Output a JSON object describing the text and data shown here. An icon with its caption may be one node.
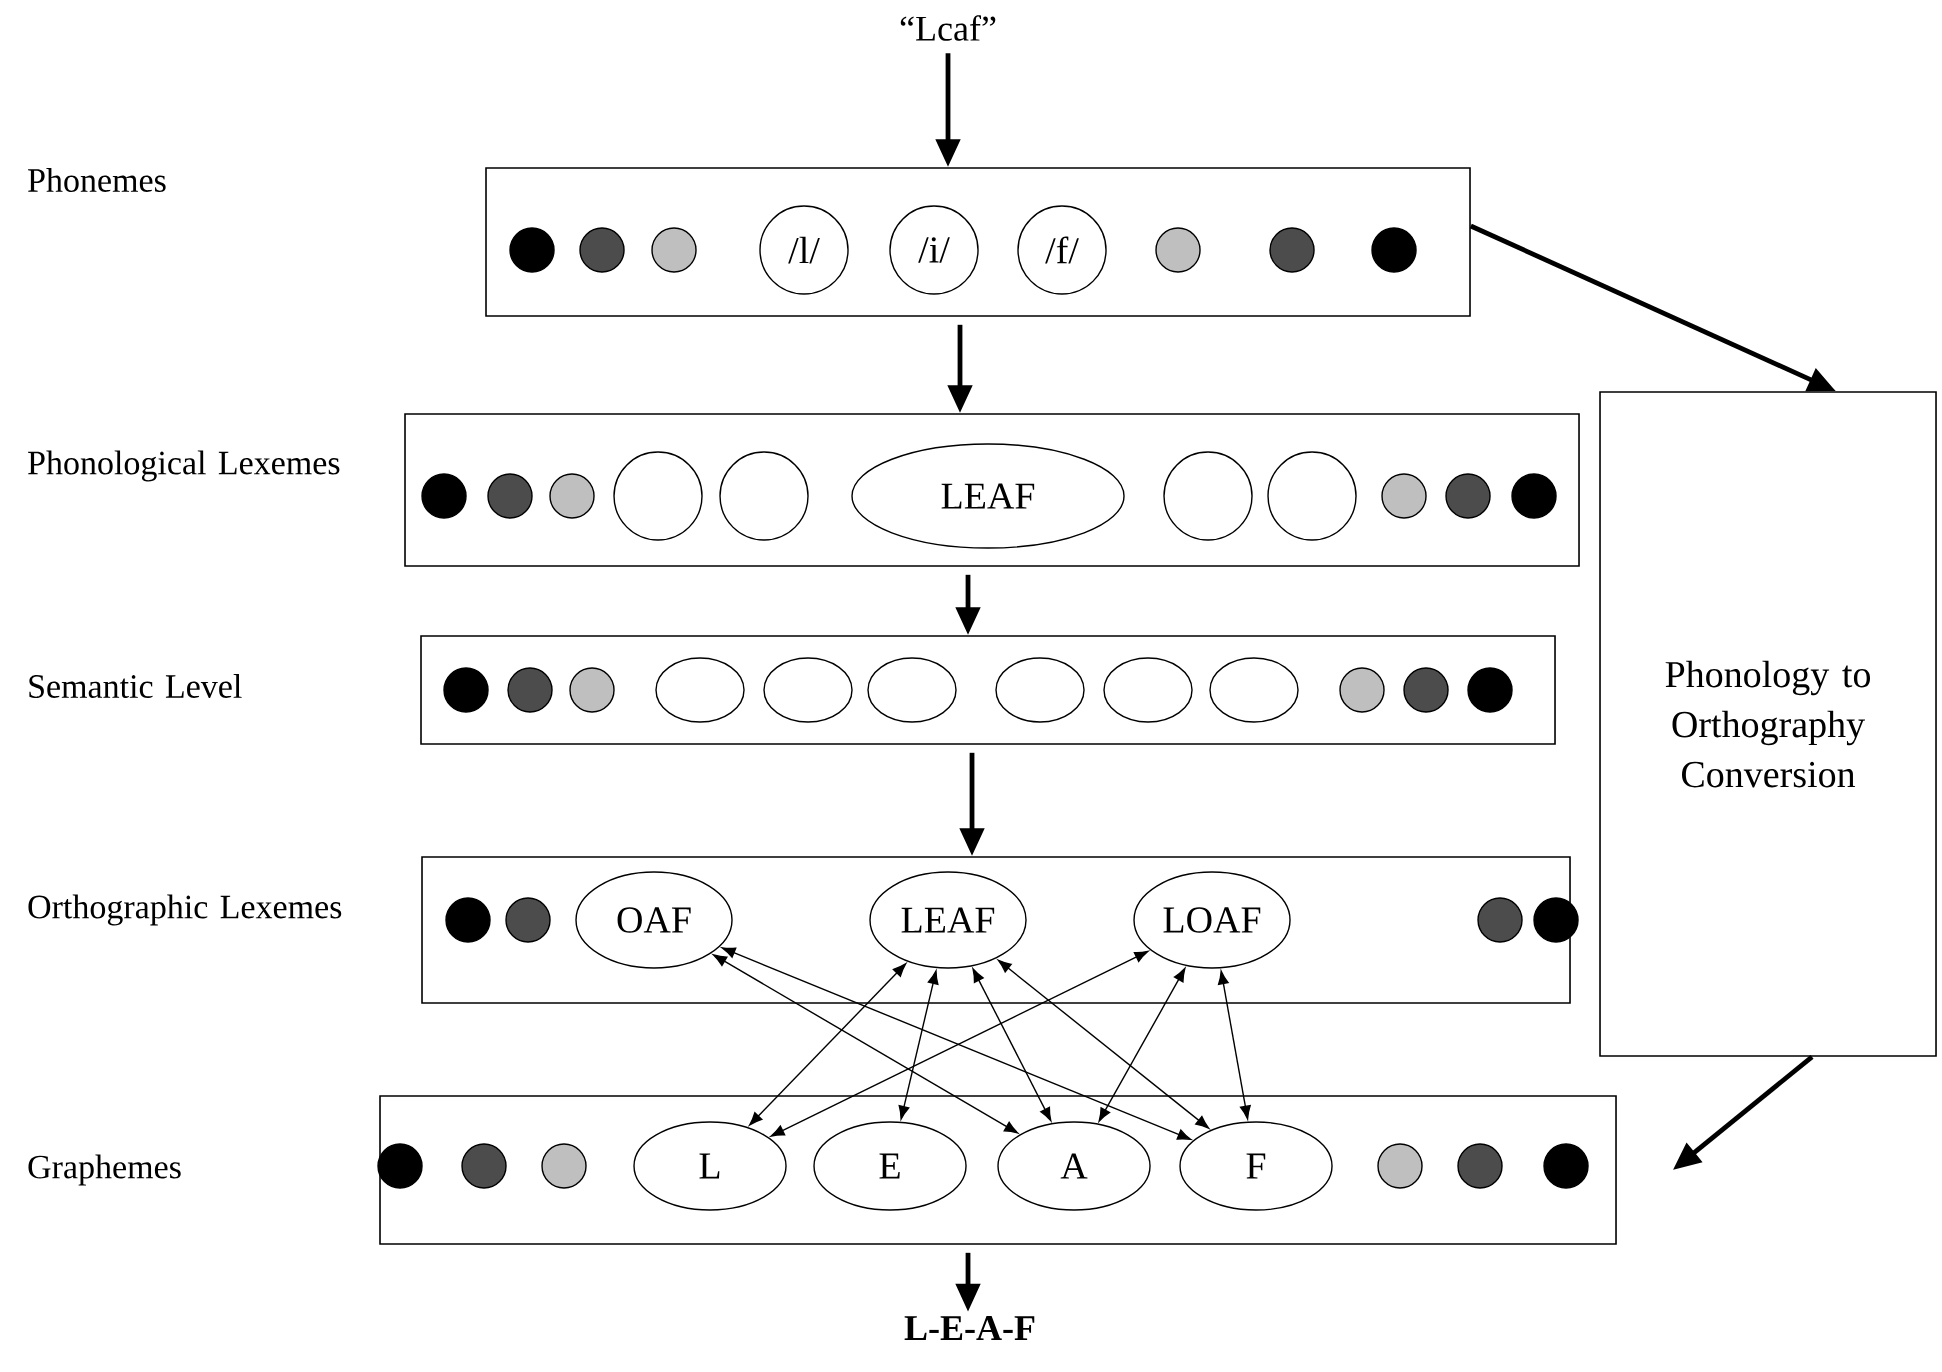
{
  "diagram": {
    "nodes": [
      {
        "text": [
          "“Lcaf”"
        ]
      },
      {
        "text": [],
        "shape": "box"
      },
      {
        "text": [],
        "shape": "circle",
        "in": 1
      },
      {
        "text": [],
        "shape": "circle",
        "in": 1
      },
      {
        "text": [],
        "shape": "circle",
        "in": 1
      },
      {
        "text": [
          "/l/"
        ],
        "in": 1
      },
      {
        "text": [
          "/i/"
        ],
        "in": 1
      },
      {
        "text": [
          "/f/"
        ],
        "in": 1
      },
      {
        "text": [],
        "shape": "circle",
        "in": 1
      },
      {
        "text": [],
        "shape": "circle",
        "in": 1
      },
      {
        "text": [],
        "shape": "circle",
        "in": 1
      },
      {
        "text": [],
        "shape": "box"
      },
      {
        "text": [],
        "shape": "circle",
        "in": 11
      },
      {
        "text": [],
        "shape": "circle",
        "in": 11
      },
      {
        "text": [],
        "shape": "circle",
        "in": 11
      },
      {
        "text": [],
        "shape": "circle",
        "in": 11
      },
      {
        "text": [],
        "shape": "circle",
        "in": 11
      },
      {
        "text": [
          "LEAF"
        ],
        "in": 11
      },
      {
        "text": [],
        "shape": "circle",
        "in": 11
      },
      {
        "text": [],
        "shape": "circle",
        "in": 11
      },
      {
        "text": [],
        "shape": "circle",
        "in": 11
      },
      {
        "text": [],
        "shape": "circle",
        "in": 11
      },
      {
        "text": [],
        "shape": "circle",
        "in": 11
      },
      {
        "text": [],
        "shape": "box"
      },
      {
        "text": [],
        "shape": "circle",
        "in": 23
      },
      {
        "text": [],
        "shape": "circle",
        "in": 23
      },
      {
        "text": [],
        "shape": "circle",
        "in": 23
      },
      {
        "text": [],
        "shape": "ellipse",
        "in": 23
      },
      {
        "text": [],
        "shape": "ellipse",
        "in": 23
      },
      {
        "text": [],
        "shape": "ellipse",
        "in": 23
      },
      {
        "text": [],
        "shape": "ellipse",
        "in": 23
      },
      {
        "text": [],
        "shape": "ellipse",
        "in": 23
      },
      {
        "text": [],
        "shape": "ellipse",
        "in": 23
      },
      {
        "text": [],
        "shape": "circle",
        "in": 23
      },
      {
        "text": [],
        "shape": "circle",
        "in": 23
      },
      {
        "text": [],
        "shape": "circle",
        "in": 23
      },
      {
        "text": [],
        "shape": "box"
      },
      {
        "text": [],
        "shape": "circle",
        "in": 36
      },
      {
        "text": [],
        "shape": "circle",
        "in": 36
      },
      {
        "text": [
          "OAF"
        ],
        "in": 36
      },
      {
        "text": [
          "LEAF"
        ],
        "in": 36
      },
      {
        "text": [
          "LOAF"
        ],
        "in": 36
      },
      {
        "text": [],
        "shape": "circle",
        "in": 36
      },
      {
        "text": [],
        "shape": "circle",
        "in": 36
      },
      {
        "text": [],
        "shape": "box"
      },
      {
        "text": [],
        "shape": "circle",
        "in": 44
      },
      {
        "text": [],
        "shape": "circle",
        "in": 44
      },
      {
        "text": [],
        "shape": "circle",
        "in": 44
      },
      {
        "text": [
          "L"
        ],
        "in": 44
      },
      {
        "text": [
          "E"
        ],
        "in": 44
      },
      {
        "text": [
          "A"
        ],
        "in": 44
      },
      {
        "text": [
          "F"
        ],
        "in": 44
      },
      {
        "text": [],
        "shape": "circle",
        "in": 44
      },
      {
        "text": [],
        "shape": "circle",
        "in": 44
      },
      {
        "text": [],
        "shape": "circle",
        "in": 44
      },
      {
        "text": [
          "Phonology to Orthography Conversion"
        ]
      },
      {
        "text": [
          "L-E-A-F"
        ]
      }
    ],
    "edges": [
      {
        "from": 0,
        "to": 1,
        "arrow": "to",
        "style": "thick"
      },
      {
        "from": 1,
        "to": 11,
        "arrow": "to",
        "style": "thick"
      },
      {
        "from": 11,
        "to": 23,
        "arrow": "to",
        "style": "thick"
      },
      {
        "from": 23,
        "to": 36,
        "arrow": "to",
        "style": "thick"
      },
      {
        "from": 44,
        "to": 56,
        "arrow": "to",
        "style": "thick"
      },
      {
        "from": 1,
        "to": 55,
        "arrow": "to",
        "style": "thick"
      },
      {
        "from": 55,
        "to": 44,
        "arrow": "to",
        "style": "thick"
      },
      {
        "from": 39,
        "to": 50,
        "arrow": "both"
      },
      {
        "from": 39,
        "to": 51,
        "arrow": "both"
      },
      {
        "from": 40,
        "to": 48,
        "arrow": "both"
      },
      {
        "from": 40,
        "to": 49,
        "arrow": "both"
      },
      {
        "from": 40,
        "to": 50,
        "arrow": "both"
      },
      {
        "from": 40,
        "to": 51,
        "arrow": "both"
      },
      {
        "from": 41,
        "to": 48,
        "arrow": "both"
      },
      {
        "from": 41,
        "to": 50,
        "arrow": "both"
      },
      {
        "from": 41,
        "to": 51,
        "arrow": "both"
      }
    ],
    "labels": [
      "Phonemes",
      "Phonological Lexemes",
      "Semantic Level",
      "Orthographic Lexemes",
      "Graphemes"
    ]
  }
}
